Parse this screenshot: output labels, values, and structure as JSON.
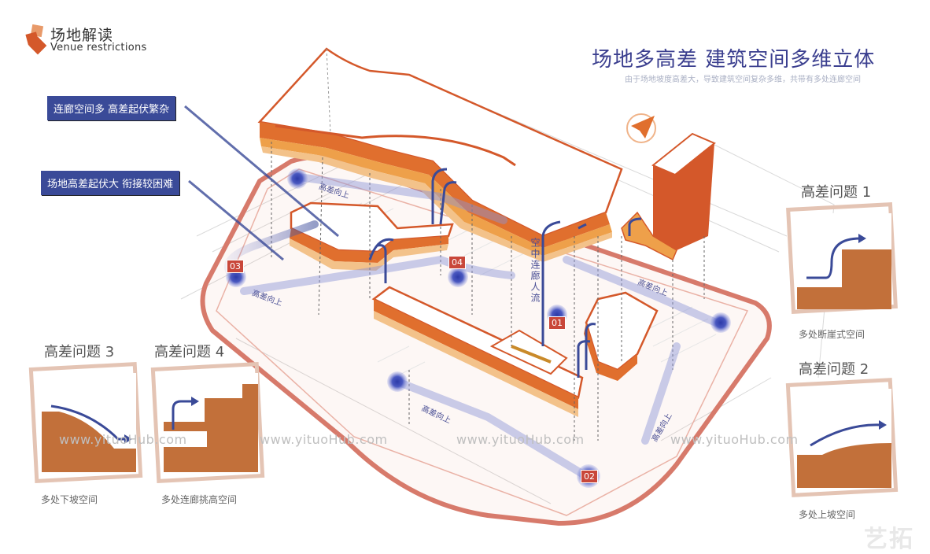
{
  "header": {
    "title": "场地解读",
    "subtitle": "Venue restrictions"
  },
  "main": {
    "title": "场地多高差 建筑空间多维立体",
    "subtitle": "由于场地坡度高差大，导致建筑空间复杂多维，共带有多处连廊空间"
  },
  "tags": [
    {
      "label": "连廊空间多 高差起伏繁杂"
    },
    {
      "label": "场地高差起伏大 衔接较困难"
    }
  ],
  "panels": [
    {
      "title": "高差问题 1",
      "caption": "多处断崖式空间"
    },
    {
      "title": "高差问题 2",
      "caption": "多处上坡空间"
    },
    {
      "title": "高差问题 3",
      "caption": "多处下坡空间"
    },
    {
      "title": "高差问题 4",
      "caption": "多处连廊挑高空间"
    }
  ],
  "markers": [
    "01",
    "02",
    "03",
    "04"
  ],
  "flow_labels": {
    "up1": "高差向上",
    "up2": "高差向上",
    "up3": "高差向上",
    "up4": "高差向上",
    "up5": "高差向上",
    "corridor": "空中连廊人流"
  },
  "watermark": "www.yituoHub.com",
  "logo": "艺拓",
  "colors": {
    "accent_blue": "#3a4a98",
    "accent_orange": "#d4582a",
    "panel_fill": "#c2703a",
    "panel_frame": "#e4c4b4",
    "site_outline": "#d77a6b"
  }
}
